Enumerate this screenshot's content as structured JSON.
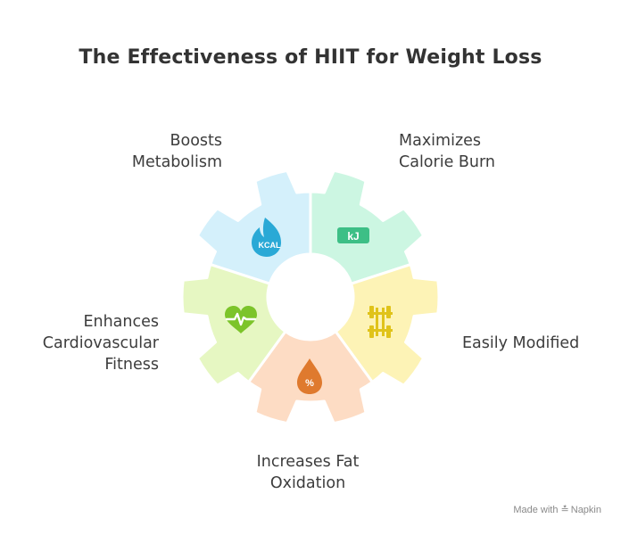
{
  "title": "The Effectiveness of HIIT for Weight Loss",
  "segments": [
    {
      "id": "metabolism",
      "lines": [
        "Boosts",
        "Metabolism"
      ],
      "color": "#d4f0fb",
      "icon": "kcal-flame-icon",
      "icon_color": "#2aa9d6",
      "icon_text": "KCAL"
    },
    {
      "id": "calorie",
      "lines": [
        "Maximizes",
        "Calorie Burn"
      ],
      "color": "#ccf6e2",
      "icon": "kj-badge-icon",
      "icon_color": "#3dbf86",
      "icon_text": "kJ"
    },
    {
      "id": "modified",
      "lines": [
        "Easily Modified"
      ],
      "color": "#fdf3b6",
      "icon": "barbell-rack-icon",
      "icon_color": "#e0c31a"
    },
    {
      "id": "fat",
      "lines": [
        "Increases Fat",
        "Oxidation"
      ],
      "color": "#fddcc4",
      "icon": "fat-drop-percent-icon",
      "icon_color": "#df7a2e",
      "icon_text": "%"
    },
    {
      "id": "cardio",
      "lines": [
        "Enhances",
        "Cardiovascular",
        "Fitness"
      ],
      "color": "#e6f7c2",
      "icon": "heart-pulse-icon",
      "icon_color": "#7cc42a"
    }
  ],
  "watermark": {
    "prefix": "Made with",
    "brand": "Napkin"
  }
}
